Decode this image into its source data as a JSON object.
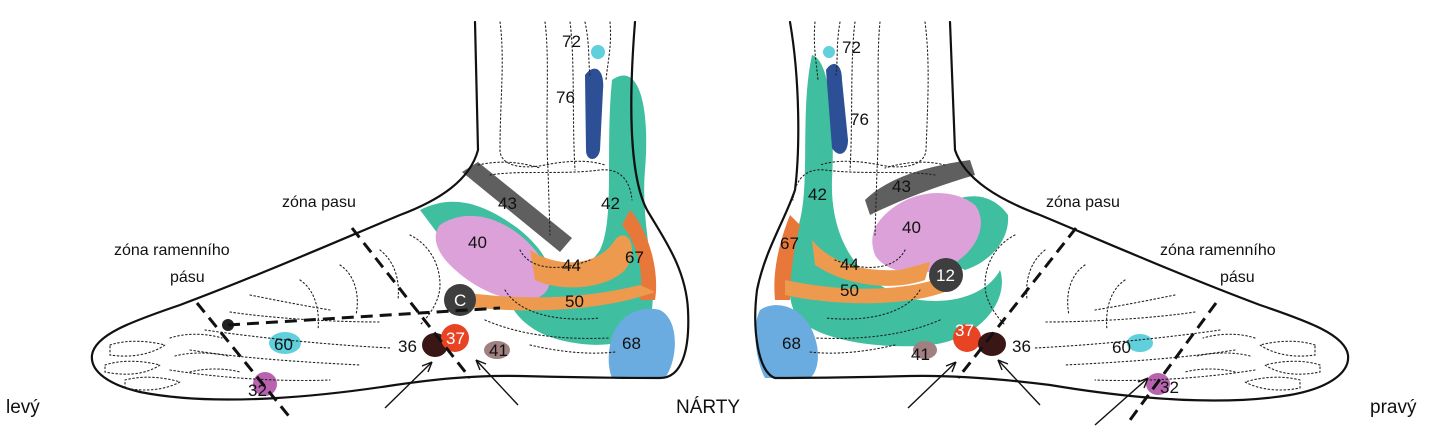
{
  "colors": {
    "teal": "#3fbfa0",
    "orange": "#ee9a4e",
    "dark_orange": "#e8773a",
    "pink": "#dca1d8",
    "gray": "#5f5f5f",
    "navy": "#2c4f96",
    "light_blue": "#6aabe0",
    "cyan": "#5fd0dc",
    "magenta": "#b862b0",
    "red": "#e84424",
    "dark_brown": "#3a1616",
    "mauve": "#a08080",
    "dark_gray": "#3e3e3e"
  },
  "title": "NÁRTY",
  "left_foot": {
    "side_label": "levý",
    "zone_waist": "zóna pasu",
    "zone_shoulder_line1": "zóna ramenního",
    "zone_shoulder_line2": "pásu",
    "points": {
      "p72": "72",
      "p76": "76",
      "p43": "43",
      "p42": "42",
      "p40": "40",
      "p44": "44",
      "p67": "67",
      "p50": "50",
      "pC": "C",
      "p37": "37",
      "p36": "36",
      "p41": "41",
      "p68": "68",
      "p60": "60",
      "p32": "32"
    }
  },
  "right_foot": {
    "side_label": "pravý",
    "zone_waist": "zóna pasu",
    "zone_shoulder_line1": "zóna ramenního",
    "zone_shoulder_line2": "pásu",
    "points": {
      "p72": "72",
      "p76": "76",
      "p43": "43",
      "p42": "42",
      "p40": "40",
      "p44": "44",
      "p67": "67",
      "p50": "50",
      "p12": "12",
      "p37": "37",
      "p36": "36",
      "p41": "41",
      "p68": "68",
      "p60": "60",
      "p32": "32"
    }
  }
}
